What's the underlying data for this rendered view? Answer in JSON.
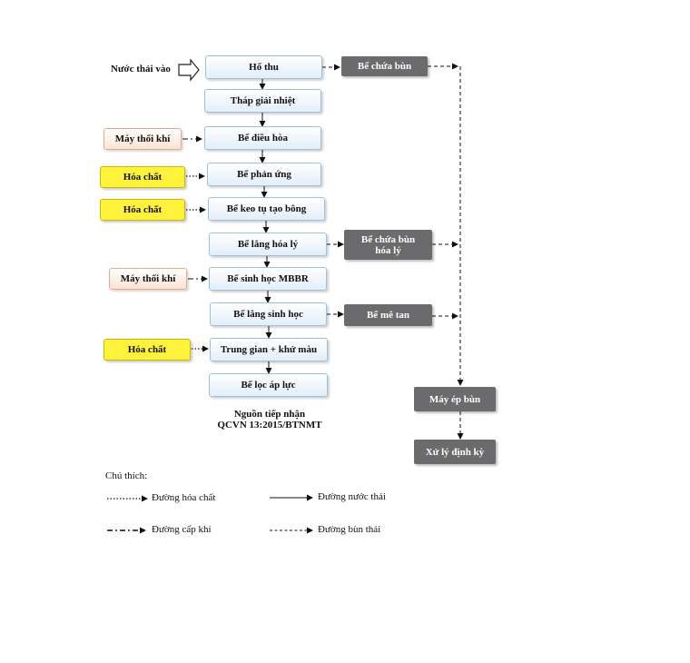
{
  "input_label": "Nước thải vào",
  "main_steps": [
    "Hố thu",
    "Tháp giải nhiệt",
    "Bể điều hòa",
    "Bể phản ứng",
    "Bể keo tụ tạo bông",
    "Bể lắng hóa lý",
    "Bể sinh học MBBR",
    "Bể lắng sinh học",
    "Trung gian + khử màu",
    "Bể lọc áp lực"
  ],
  "inputs": {
    "air_1": "Máy thổi khí",
    "chem_1": "Hóa chất",
    "chem_2": "Hóa chất",
    "air_2": "Máy thổi khí",
    "chem_3": "Hóa chất"
  },
  "sludge": {
    "tank": "Bể chứa bùn",
    "chem_tank_line1": "Bể chứa bùn",
    "chem_tank_line2": "hóa lý",
    "methane": "Bể mê tan",
    "press": "Máy ép bùn",
    "disposal": "Xử lý định kỳ"
  },
  "output": {
    "line1": "Nguồn tiếp nhận",
    "line2": "QCVN 13:2015/BTNMT"
  },
  "legend": {
    "title": "Chú thích:",
    "chemical": "Đường hóa chất",
    "wastewater": "Đường nước thải",
    "air": "Đường cấp khí",
    "sludge": "Đường bùn thải"
  },
  "colors": {
    "main_border": "#9cc0de",
    "sludge_box": "#6b6b6d",
    "chemical_box": "#fff23a",
    "air_box_border": "#e9a98c"
  }
}
